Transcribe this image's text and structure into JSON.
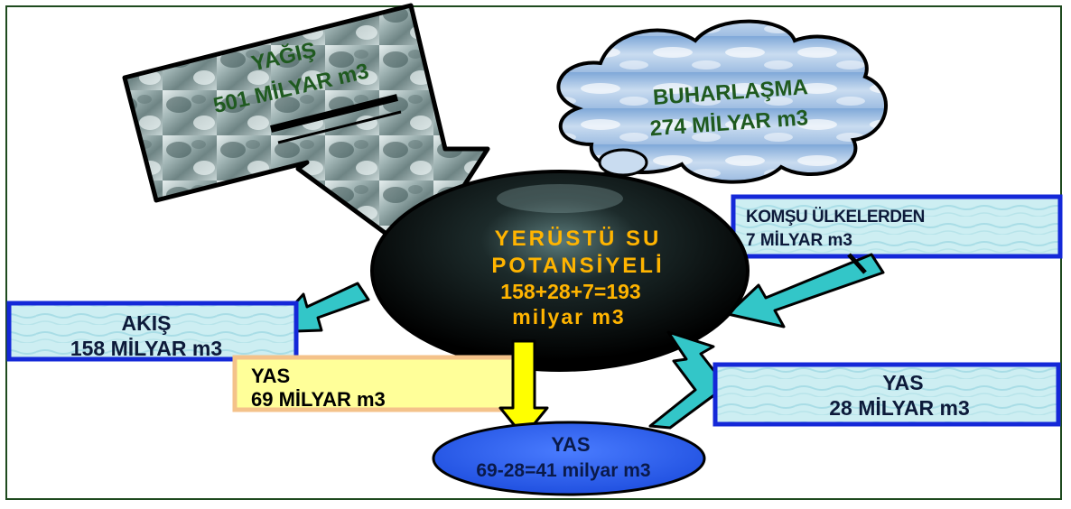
{
  "precipitation": {
    "title": "YAĞIŞ",
    "amount": "501 MİLYAR m3"
  },
  "evaporation": {
    "title": "BUHARLAŞMA",
    "amount": "274 MİLYAR m3"
  },
  "center": {
    "line1": "YERÜSTÜ SU",
    "line2": "POTANSİYELİ",
    "formula": "158+28+7=193",
    "unit": "milyar m3"
  },
  "neighbors": {
    "title": "KOMŞU ÜLKELERDEN",
    "amount": "7 MİLYAR m3"
  },
  "runoff": {
    "title": "AKIŞ",
    "amount": "158 MİLYAR m3"
  },
  "groundwater_left": {
    "title": "YAS",
    "amount": "69 MİLYAR m3"
  },
  "groundwater_right": {
    "title": "YAS",
    "amount": "28 MİLYAR m3"
  },
  "groundwater_net": {
    "title": "YAS",
    "amount": "69-28=41 milyar m3"
  },
  "colors": {
    "frame": "#1e4a1e",
    "dark_green_text": "#1f5a1f",
    "orange_text": "#ffb400",
    "blue_border": "#1428d8",
    "light_blue_fill": "#cdeef2",
    "cyan_arrow": "#33c6c8",
    "yellow_box": "#ffff99",
    "net_ellipse": "#2a5ef0"
  }
}
